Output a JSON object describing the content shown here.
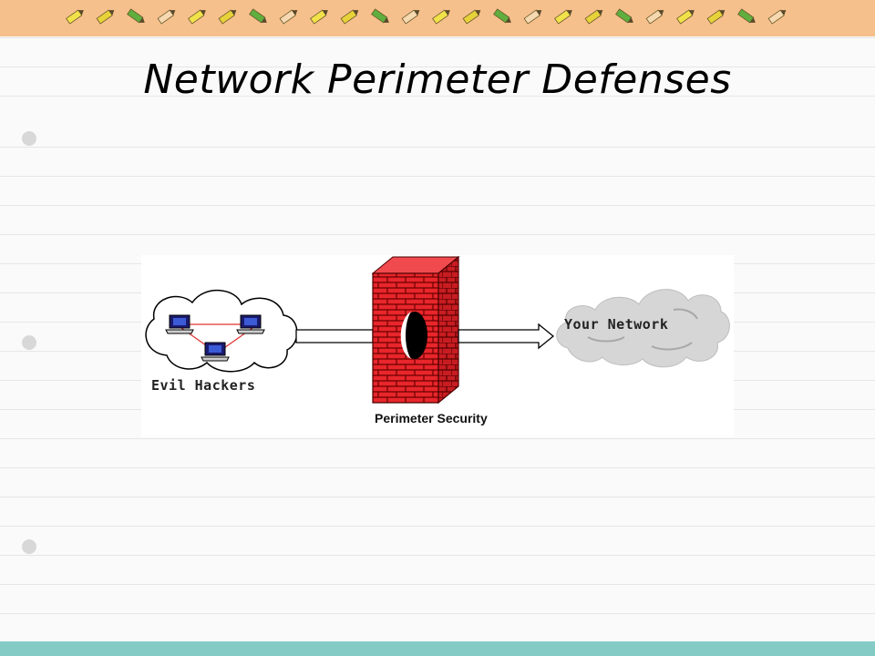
{
  "slide": {
    "title": "Network Perimeter Defenses"
  },
  "diagram": {
    "hackers_label": "Evil Hackers",
    "firewall_label": "Perimeter Security",
    "network_label": "Your Network"
  },
  "colors": {
    "banner": "#f6c08c",
    "bottom_bar": "#84cbc6",
    "brick": "#e8262b",
    "link_line": "#e03030"
  }
}
